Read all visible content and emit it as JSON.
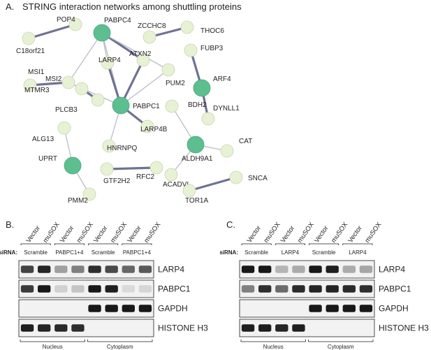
{
  "panel_a": {
    "letter": "A.",
    "title": "STRING interaction networks among shuttling proteins",
    "colors": {
      "hub": "#5dbf8f",
      "node": "#e7f1d4",
      "node_stroke": "#c7d6b0",
      "edge_strong": "#6f7294",
      "edge_weak": "#b9bcc8"
    },
    "nodes": [
      {
        "id": "C18orf21",
        "label": "C18orf21",
        "hub": false
      },
      {
        "id": "POP4",
        "label": "POP4",
        "hub": false
      },
      {
        "id": "PABPC4",
        "label": "PABPC4",
        "hub": true
      },
      {
        "id": "ZCCHC8",
        "label": "ZCCHC8",
        "hub": false
      },
      {
        "id": "THOC6",
        "label": "THOC6",
        "hub": false
      },
      {
        "id": "LARP4",
        "label": "LARP4",
        "hub": false
      },
      {
        "id": "ATXN2",
        "label": "ATXN2",
        "hub": false
      },
      {
        "id": "PUM2",
        "label": "PUM2",
        "hub": false
      },
      {
        "id": "FUBP3",
        "label": "FUBP3",
        "hub": false
      },
      {
        "id": "MSI1",
        "label": "MSI1",
        "hub": false
      },
      {
        "id": "MSI2",
        "label": "MSI2",
        "hub": false
      },
      {
        "id": "ARF4",
        "label": "ARF4",
        "hub": true
      },
      {
        "id": "MTMR3",
        "label": "MTMR3",
        "hub": false
      },
      {
        "id": "PLCB3",
        "label": "PLCB3",
        "hub": false
      },
      {
        "id": "PABPC1",
        "label": "PABPC1",
        "hub": true
      },
      {
        "id": "BDH2",
        "label": "BDH2",
        "hub": false
      },
      {
        "id": "DYNLL1",
        "label": "DYNLL1",
        "hub": false
      },
      {
        "id": "LARP4B",
        "label": "LARP4B",
        "hub": false
      },
      {
        "id": "ALG13",
        "label": "ALG13",
        "hub": false
      },
      {
        "id": "CAT",
        "label": "CAT",
        "hub": false
      },
      {
        "id": "ALDH9A1",
        "label": "ALDH9A1",
        "hub": true
      },
      {
        "id": "HNRNPQ",
        "label": "HNRNPQ",
        "hub": false
      },
      {
        "id": "UPRT",
        "label": "UPRT",
        "hub": true
      },
      {
        "id": "GTF2H2",
        "label": "GTF2H2",
        "hub": false
      },
      {
        "id": "RFC2",
        "label": "RFC2",
        "hub": false
      },
      {
        "id": "ACADVL",
        "label": "ACADVL",
        "hub": false
      },
      {
        "id": "SNCA",
        "label": "SNCA",
        "hub": false
      },
      {
        "id": "PMM2",
        "label": "PMM2",
        "hub": false
      },
      {
        "id": "TOR1A",
        "label": "TOR1A",
        "hub": false
      }
    ],
    "edges": [
      {
        "a": "POP4",
        "b": "C18orf21",
        "strength": "strong"
      },
      {
        "a": "ZCCHC8",
        "b": "THOC6",
        "strength": "strong"
      },
      {
        "a": "PABPC4",
        "b": "ATXN2",
        "strength": "strong"
      },
      {
        "a": "PABPC4",
        "b": "LARP4",
        "strength": "weak"
      },
      {
        "a": "PABPC4",
        "b": "MSI2",
        "strength": "weak"
      },
      {
        "a": "PABPC4",
        "b": "PABPC1",
        "strength": "weak"
      },
      {
        "a": "PABPC4",
        "b": "PUM2",
        "strength": "weak"
      },
      {
        "a": "LARP4",
        "b": "PABPC1",
        "strength": "strong"
      },
      {
        "a": "ATXN2",
        "b": "PABPC1",
        "strength": "strong"
      },
      {
        "a": "PUM2",
        "b": "PABPC1",
        "strength": "weak"
      },
      {
        "a": "MSI1",
        "b": "MSI2",
        "strength": "strong"
      },
      {
        "a": "MSI2",
        "b": "PABPC1",
        "strength": "weak"
      },
      {
        "a": "MSI2",
        "b": "PLCB3",
        "strength": "weak"
      },
      {
        "a": "MTMR3",
        "b": "PLCB3",
        "strength": "strong"
      },
      {
        "a": "PABPC1",
        "b": "LARP4B",
        "strength": "strong"
      },
      {
        "a": "PABPC1",
        "b": "HNRNPQ",
        "strength": "weak"
      },
      {
        "a": "FUBP3",
        "b": "ARF4",
        "strength": "strong"
      },
      {
        "a": "ARF4",
        "b": "DYNLL1",
        "strength": "strong"
      },
      {
        "a": "BDH2",
        "b": "ALDH9A1",
        "strength": "weak"
      },
      {
        "a": "ALDH9A1",
        "b": "CAT",
        "strength": "weak"
      },
      {
        "a": "ALDH9A1",
        "b": "ACADVL",
        "strength": "weak"
      },
      {
        "a": "ALG13",
        "b": "UPRT",
        "strength": "weak"
      },
      {
        "a": "UPRT",
        "b": "PMM2",
        "strength": "weak"
      },
      {
        "a": "GTF2H2",
        "b": "RFC2",
        "strength": "strong"
      },
      {
        "a": "SNCA",
        "b": "TOR1A",
        "strength": "strong"
      }
    ]
  },
  "panel_b": {
    "letter": "B.",
    "lanes": [
      "Vector",
      "muSOX",
      "Vector",
      "muSOX",
      "Vector",
      "muSOX",
      "Vector",
      "muSOX"
    ],
    "sirna_label": "siRNA:",
    "sirna_groups": [
      "Scramble",
      "PABPC1+4",
      "Scramble",
      "PABPC1+4"
    ],
    "blots": [
      {
        "label": "LARP4",
        "intensities": [
          0.78,
          0.92,
          0.35,
          0.5,
          0.88,
          0.75,
          0.62,
          0.68
        ]
      },
      {
        "label": "PABPC1",
        "intensities": [
          0.82,
          0.98,
          0.12,
          0.18,
          0.98,
          0.95,
          0.08,
          0.1
        ]
      },
      {
        "label": "GAPDH",
        "intensities": [
          0.0,
          0.0,
          0.0,
          0.0,
          0.98,
          0.98,
          0.98,
          0.98
        ]
      },
      {
        "label": "HISTONE H3",
        "intensities": [
          0.95,
          0.92,
          0.9,
          0.88,
          0.0,
          0.0,
          0.0,
          0.0
        ]
      }
    ],
    "fractions": [
      "Nucleus",
      "Cytoplasm"
    ]
  },
  "panel_c": {
    "letter": "C.",
    "lanes": [
      "Vector",
      "muSOX",
      "Vector",
      "muSOX",
      "Vector",
      "muSOX",
      "Vector",
      "muSOX"
    ],
    "sirna_label": "siRNA:",
    "sirna_groups": [
      "Scramble",
      "LARP4",
      "Scramble",
      "LARP4"
    ],
    "blots": [
      {
        "label": "LARP4",
        "intensities": [
          0.98,
          0.98,
          0.25,
          0.3,
          0.98,
          0.95,
          0.3,
          0.32
        ]
      },
      {
        "label": "PABPC1",
        "intensities": [
          0.5,
          0.88,
          0.6,
          0.9,
          0.92,
          0.92,
          0.9,
          0.88
        ]
      },
      {
        "label": "GAPDH",
        "intensities": [
          0.0,
          0.0,
          0.0,
          0.0,
          0.98,
          0.98,
          0.98,
          0.98
        ]
      },
      {
        "label": "HISTONE H3",
        "intensities": [
          0.95,
          0.95,
          0.92,
          0.95,
          0.0,
          0.0,
          0.0,
          0.0
        ]
      }
    ],
    "fractions": [
      "Nucleus",
      "Cytoplasm"
    ]
  }
}
